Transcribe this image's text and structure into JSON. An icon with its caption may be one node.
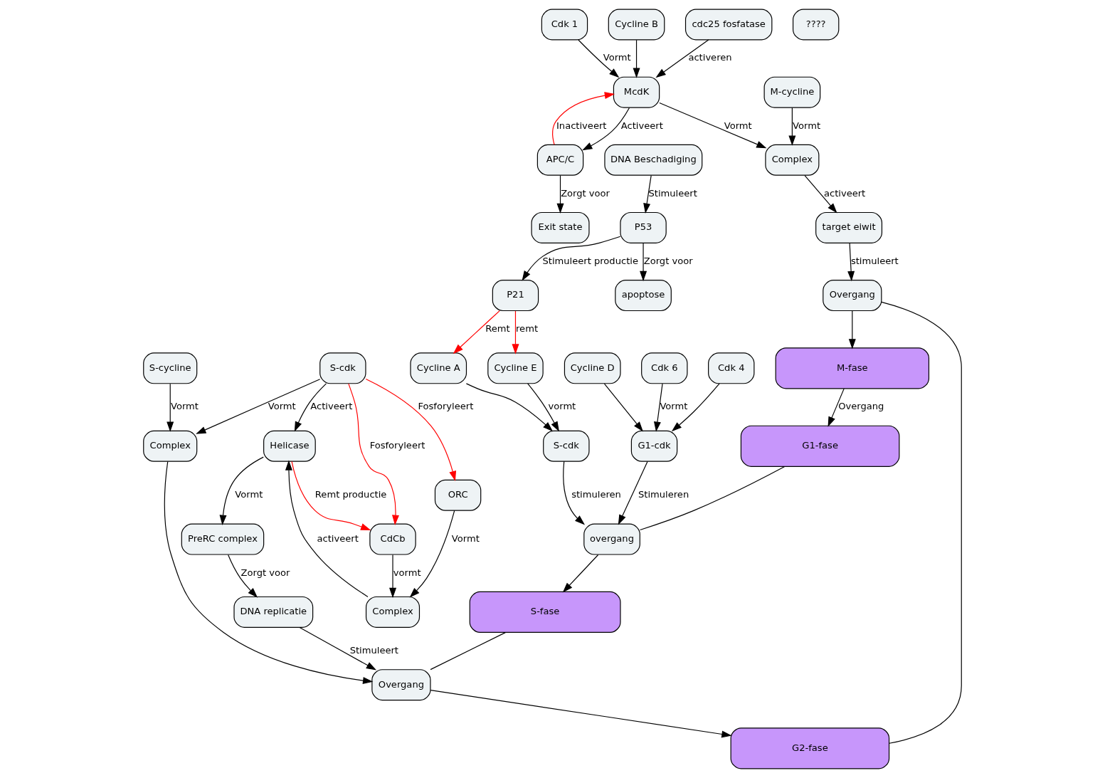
{
  "diagram": {
    "nodes": [
      {
        "text": [
          "Cdk 1"
        ]
      },
      {
        "text": [
          "APC/C"
        ]
      },
      {
        "text": [
          "Exit state"
        ]
      },
      {
        "text": [
          "Cycline B"
        ]
      },
      {
        "text": [
          "M-cycline"
        ]
      },
      {
        "text": [
          "McdK"
        ]
      },
      {
        "text": [
          "Complex"
        ]
      },
      {
        "text": [
          "cdc25 fosfatase"
        ]
      },
      {
        "text": [
          "target eiwit"
        ]
      },
      {
        "text": [
          "M-fase"
        ]
      },
      {
        "text": [
          "DNA Beschadiging"
        ]
      },
      {
        "text": [
          "Overgang"
        ]
      },
      {
        "text": [
          "P53"
        ]
      },
      {
        "text": [
          "apoptose"
        ]
      },
      {
        "text": [
          "????"
        ]
      },
      {
        "text": [
          "G2-fase"
        ]
      },
      {
        "text": [
          "G1-fase"
        ]
      },
      {
        "text": [
          "Cycline E"
        ]
      },
      {
        "text": [
          "P21"
        ]
      },
      {
        "text": [
          "overgang"
        ]
      },
      {
        "text": [
          "Overgang"
        ]
      },
      {
        "text": [
          "Cycline A"
        ]
      },
      {
        "text": [
          "S-cdk"
        ]
      },
      {
        "text": [
          "S-fase"
        ]
      },
      {
        "text": [
          "Cdk 6"
        ]
      },
      {
        "text": [
          "G1-cdk"
        ]
      },
      {
        "text": [
          "Cdk 4"
        ]
      },
      {
        "text": [
          "DNA replicatie"
        ]
      },
      {
        "text": [
          "Cycline D"
        ]
      },
      {
        "text": [
          "PreRC complex"
        ]
      },
      {
        "text": [
          "Helicase"
        ]
      },
      {
        "text": [
          "Complex"
        ]
      },
      {
        "text": [
          "Complex"
        ]
      },
      {
        "text": [
          "S-cycline"
        ]
      },
      {
        "text": [
          "S-cdk"
        ]
      },
      {
        "text": [
          "ORC"
        ]
      },
      {
        "text": [
          "CdCb"
        ]
      }
    ],
    "edges": [
      {
        "from": 0,
        "to": 5,
        "arrow": "to",
        "label": "Vormt"
      },
      {
        "from": 3,
        "to": 5,
        "arrow": "to"
      },
      {
        "from": 5,
        "to": 1,
        "arrow": "to",
        "label": "Activeert"
      },
      {
        "from": 1,
        "to": 5,
        "arrow": "to",
        "label": "Inactiveert",
        "color": "#ff0000"
      },
      {
        "from": 1,
        "to": 2,
        "arrow": "to",
        "label": "Zorgt voor"
      },
      {
        "from": 4,
        "to": 6,
        "arrow": "to",
        "label": "Vormt"
      },
      {
        "from": 5,
        "to": 6,
        "arrow": "to",
        "label": "Vormt"
      },
      {
        "from": 7,
        "to": 5,
        "arrow": "to",
        "label": "activeren"
      },
      {
        "from": 6,
        "to": 8,
        "arrow": "to",
        "label": "activeert"
      },
      {
        "from": 8,
        "to": 11,
        "arrow": "to",
        "label": "stimuleert"
      },
      {
        "from": 11,
        "to": 9,
        "arrow": "to"
      },
      {
        "from": 9,
        "to": 16,
        "arrow": "to",
        "label": "Overgang"
      },
      {
        "from": 16,
        "to": 19,
        "arrow": "none"
      },
      {
        "from": 19,
        "to": 23,
        "arrow": "to"
      },
      {
        "from": 23,
        "to": 20,
        "arrow": "none"
      },
      {
        "from": 20,
        "to": 15,
        "arrow": "to"
      },
      {
        "from": 15,
        "to": 11,
        "arrow": "none"
      },
      {
        "from": 10,
        "to": 12,
        "arrow": "to",
        "label": "Stimuleert"
      },
      {
        "from": 12,
        "to": 13,
        "arrow": "to",
        "label": "Zorgt voor"
      },
      {
        "from": 12,
        "to": 18,
        "arrow": "to",
        "label": "Stimuleert productie"
      },
      {
        "from": 18,
        "to": 17,
        "arrow": "to",
        "label": "remt",
        "color": "#ff0000"
      },
      {
        "from": 18,
        "to": 21,
        "arrow": "to",
        "label": "Remt",
        "color": "#ff0000"
      },
      {
        "from": 17,
        "to": 22,
        "arrow": "to",
        "label": "vormt"
      },
      {
        "from": 21,
        "to": 22,
        "arrow": "to"
      },
      {
        "from": 22,
        "to": 19,
        "arrow": "to",
        "label": "stimuleren"
      },
      {
        "from": 25,
        "to": 19,
        "arrow": "to",
        "label": "Stimuleren"
      },
      {
        "from": 24,
        "to": 25,
        "arrow": "to",
        "label": "Vormt"
      },
      {
        "from": 26,
        "to": 25,
        "arrow": "to"
      },
      {
        "from": 28,
        "to": 25,
        "arrow": "to"
      },
      {
        "from": 27,
        "to": 20,
        "arrow": "to",
        "label": "Stimuleert"
      },
      {
        "from": 31,
        "to": 20,
        "arrow": "to"
      },
      {
        "from": 29,
        "to": 27,
        "arrow": "to",
        "label": "Zorgt voor"
      },
      {
        "from": 30,
        "to": 29,
        "arrow": "to",
        "label": "Vormt"
      },
      {
        "from": 32,
        "to": 30,
        "arrow": "to",
        "label": "activeert"
      },
      {
        "from": 34,
        "to": 30,
        "arrow": "to",
        "label": "Activeert"
      },
      {
        "from": 30,
        "to": 36,
        "arrow": "to",
        "label": "Remt productie",
        "color": "#ff0000"
      },
      {
        "from": 34,
        "to": 31,
        "arrow": "to",
        "label": "Vormt"
      },
      {
        "from": 33,
        "to": 31,
        "arrow": "to",
        "label": "Vormt"
      },
      {
        "from": 35,
        "to": 32,
        "arrow": "to",
        "label": "Vormt"
      },
      {
        "from": 36,
        "to": 32,
        "arrow": "to",
        "label": "vormt"
      },
      {
        "from": 34,
        "to": 35,
        "arrow": "to",
        "label": "Fosforyleert",
        "color": "#ff0000"
      },
      {
        "from": 34,
        "to": 36,
        "arrow": "to",
        "label": "Fosforyleert",
        "color": "#ff0000"
      }
    ]
  }
}
